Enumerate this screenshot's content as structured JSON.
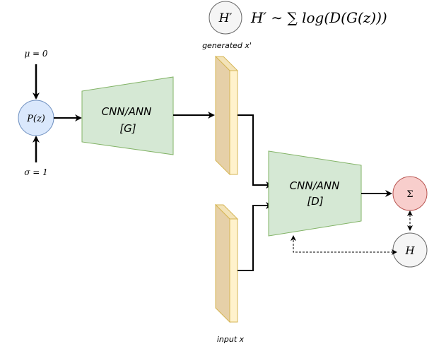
{
  "formula": {
    "h_prime_node": "H′",
    "expression": "H′ ∼ ∑ log(D(G(z)))"
  },
  "inputs": {
    "mu": "μ = 0",
    "sigma": "σ = 1",
    "pz": "P(z)"
  },
  "generator": {
    "line1": "CNN/ANN",
    "line2": "[G]"
  },
  "discriminator": {
    "line1": "CNN/ANN",
    "line2": "[D]"
  },
  "labels": {
    "generated": "generated x'",
    "input": "input x"
  },
  "outputs": {
    "sum": "Σ",
    "h": "H"
  },
  "colors": {
    "pz_fill": "#dae8fc",
    "pz_stroke": "#6c8ebf",
    "net_fill": "#d5e8d4",
    "net_stroke": "#82b366",
    "plate_fill": "#fff2cc",
    "plate_side": "#e6d0a8",
    "plate_stroke": "#d6b656",
    "sum_fill": "#f8cecc",
    "sum_stroke": "#b85450",
    "h_fill": "#f5f5f5",
    "h_stroke": "#666666"
  },
  "icons": [
    "arrow-right",
    "arrow-down",
    "arrow-up",
    "dashed-bidirectional-arrow"
  ]
}
